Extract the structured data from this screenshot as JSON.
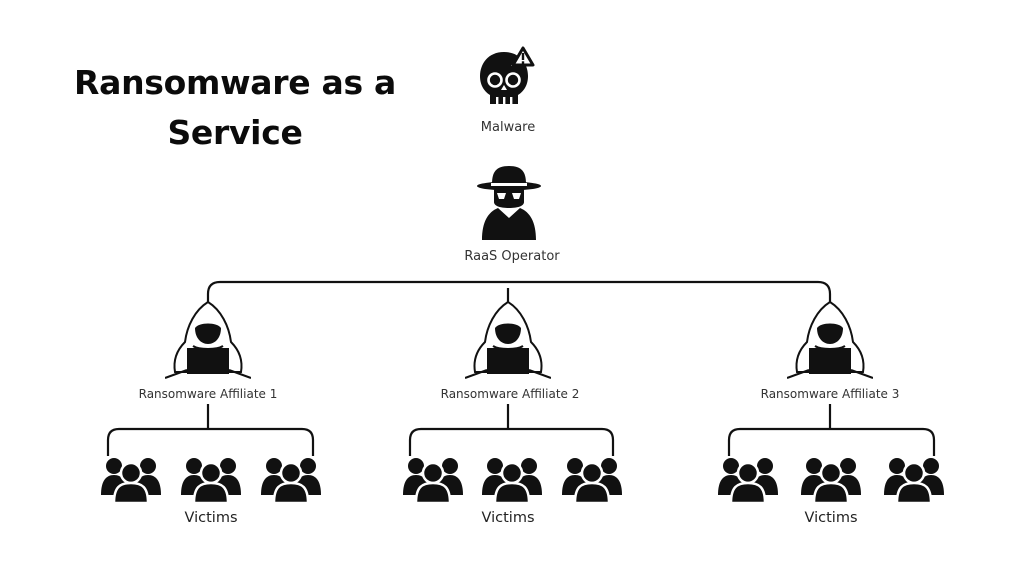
{
  "title": "Ransomware as a Service",
  "nodes": {
    "malware": {
      "label": "Malware",
      "icon": "skull-warning-icon"
    },
    "operator": {
      "label": "RaaS Operator",
      "icon": "spy-icon"
    },
    "affiliates": [
      {
        "label": "Ransomware Affiliate 1",
        "icon": "hooded-hacker-laptop-icon"
      },
      {
        "label": "Ransomware Affiliate 2",
        "icon": "hooded-hacker-laptop-icon"
      },
      {
        "label": "Ransomware Affiliate 3",
        "icon": "hooded-hacker-laptop-icon"
      }
    ],
    "victim_groups": [
      {
        "label": "Victims",
        "groups": 3,
        "icon": "people-group-icon"
      },
      {
        "label": "Victims",
        "groups": 3,
        "icon": "people-group-icon"
      },
      {
        "label": "Victims",
        "groups": 3,
        "icon": "people-group-icon"
      }
    ]
  },
  "colors": {
    "ink": "#111111",
    "text": "#333333",
    "background": "#ffffff"
  }
}
